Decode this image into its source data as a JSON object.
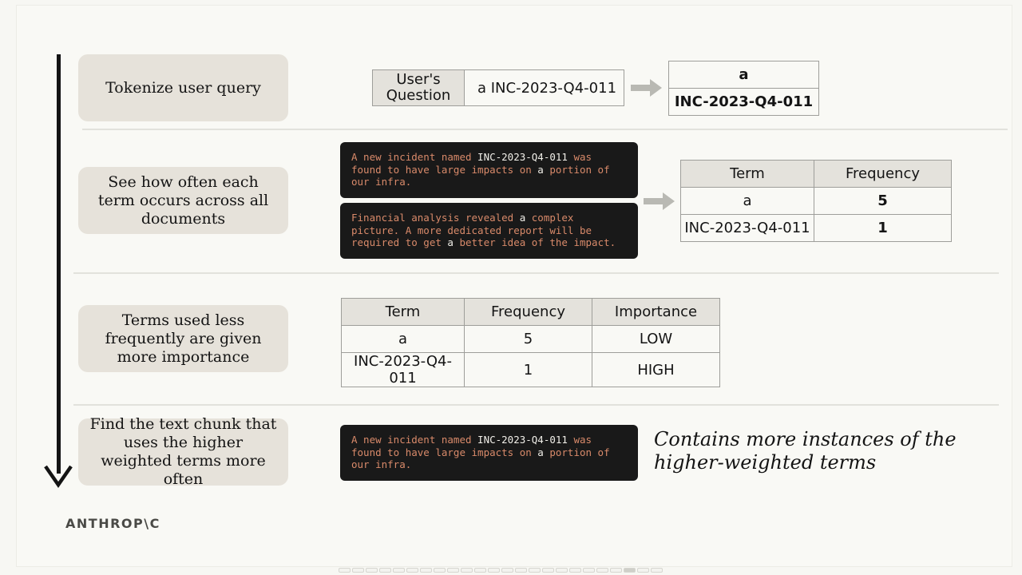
{
  "steps": [
    {
      "label": "Tokenize user query"
    },
    {
      "label": "See how often each term occurs across all documents"
    },
    {
      "label": "Terms used less frequently are given more importance"
    },
    {
      "label": "Find the text chunk that uses the higher weighted terms more often"
    }
  ],
  "query": {
    "header": "User's Question",
    "value": "a INC-2023-Q4-011",
    "tokens": [
      "a",
      "INC-2023-Q4-011"
    ]
  },
  "documents": [
    {
      "segments": [
        {
          "t": "A new incident named ",
          "hl": false
        },
        {
          "t": "INC-2023-Q4-011",
          "hl": true
        },
        {
          "t": " was\nfound to have large impacts on ",
          "hl": false
        },
        {
          "t": "a",
          "hl": true
        },
        {
          "t": " portion of\nour infra.",
          "hl": false
        }
      ]
    },
    {
      "segments": [
        {
          "t": "Financial analysis revealed ",
          "hl": false
        },
        {
          "t": "a",
          "hl": true
        },
        {
          "t": " complex\npicture. A more dedicated report will be\nrequired to get ",
          "hl": false
        },
        {
          "t": "a",
          "hl": true
        },
        {
          "t": " better idea of the impact.",
          "hl": false
        }
      ]
    }
  ],
  "frequency_table": {
    "headers": [
      "Term",
      "Frequency"
    ],
    "rows": [
      [
        "a",
        "5"
      ],
      [
        "INC-2023-Q4-011",
        "1"
      ]
    ]
  },
  "importance_table": {
    "headers": [
      "Term",
      "Frequency",
      "Importance"
    ],
    "rows": [
      [
        "a",
        "5",
        "LOW"
      ],
      [
        "INC-2023-Q4-011",
        "1",
        "HIGH"
      ]
    ]
  },
  "result": {
    "segments": [
      {
        "t": "A new incident named ",
        "hl": false
      },
      {
        "t": "INC-2023-Q4-011",
        "hl": true
      },
      {
        "t": " was\nfound to have large impacts on ",
        "hl": false
      },
      {
        "t": "a",
        "hl": true
      },
      {
        "t": " portion of\nour infra.",
        "hl": false
      }
    ],
    "caption": "Contains more instances of the higher-weighted terms"
  },
  "logo": "ANTHROP\\C",
  "colors": {
    "code_bg": "#191919",
    "code_text": "#d98a6a",
    "code_highlight": "#f1efe9",
    "step_bg": "#e6e2da",
    "arrow": "#b9b9b3"
  },
  "pager": {
    "count": 24,
    "active_index": 21
  }
}
